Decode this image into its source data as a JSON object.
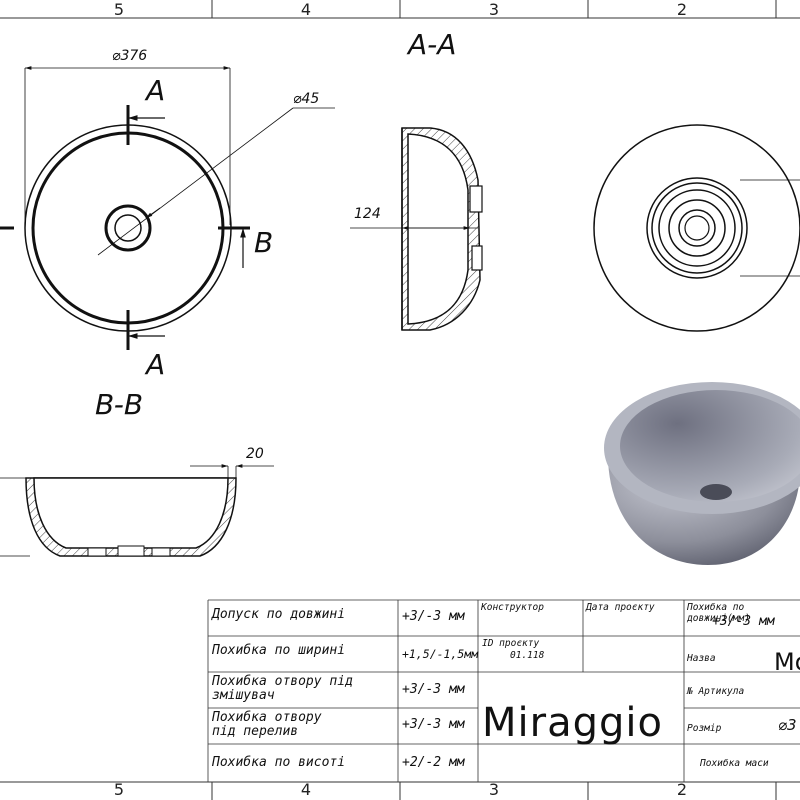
{
  "frame": {
    "zones_top": [
      "5",
      "4",
      "3",
      "2"
    ],
    "zones_bottom": [
      "5",
      "4",
      "3",
      "2"
    ]
  },
  "views": {
    "section_aa_title": "A-A",
    "section_bb_title": "B-B",
    "cut_a_top": "A",
    "cut_a_bottom": "A",
    "cut_b": "B"
  },
  "dimensions": {
    "outer_diameter": "376",
    "drain_diameter": "45",
    "height": "124",
    "rim_thickness": "20",
    "diameter_symbol": "⌀"
  },
  "colors": {
    "line": "#111111",
    "render_light": "#b9bcc6",
    "render_dark": "#5e606c"
  },
  "title_block": {
    "tolerances": [
      {
        "label": "Допуск по довжині",
        "value": "+3/-3 мм"
      },
      {
        "label": "Похибка по ширині",
        "value": "+1,5/-1,5мм"
      },
      {
        "label": "Похибка отвору під\nзмішувач",
        "value": "+3/-3 мм"
      },
      {
        "label": "Похибка отвору\nпід перелив",
        "value": "+3/-3 мм"
      },
      {
        "label": "Похибка по висоті",
        "value": "+2/-2 мм"
      }
    ],
    "constructor_label": "Конструктор",
    "date_label": "Дата проєкту",
    "project_id_label": "ID проєкту",
    "project_id_value": "01.118",
    "brand": "Miraggio",
    "length_tolerance_label": "Похибка по довжині(мм)",
    "length_tolerance_value": "+3/-3 мм",
    "name_label": "Назва",
    "name_value": "Mo",
    "article_label": "№ Артикула",
    "size_label": "Розмір",
    "size_value": "⌀3",
    "mass_tolerance_label": "Похибка маси"
  }
}
